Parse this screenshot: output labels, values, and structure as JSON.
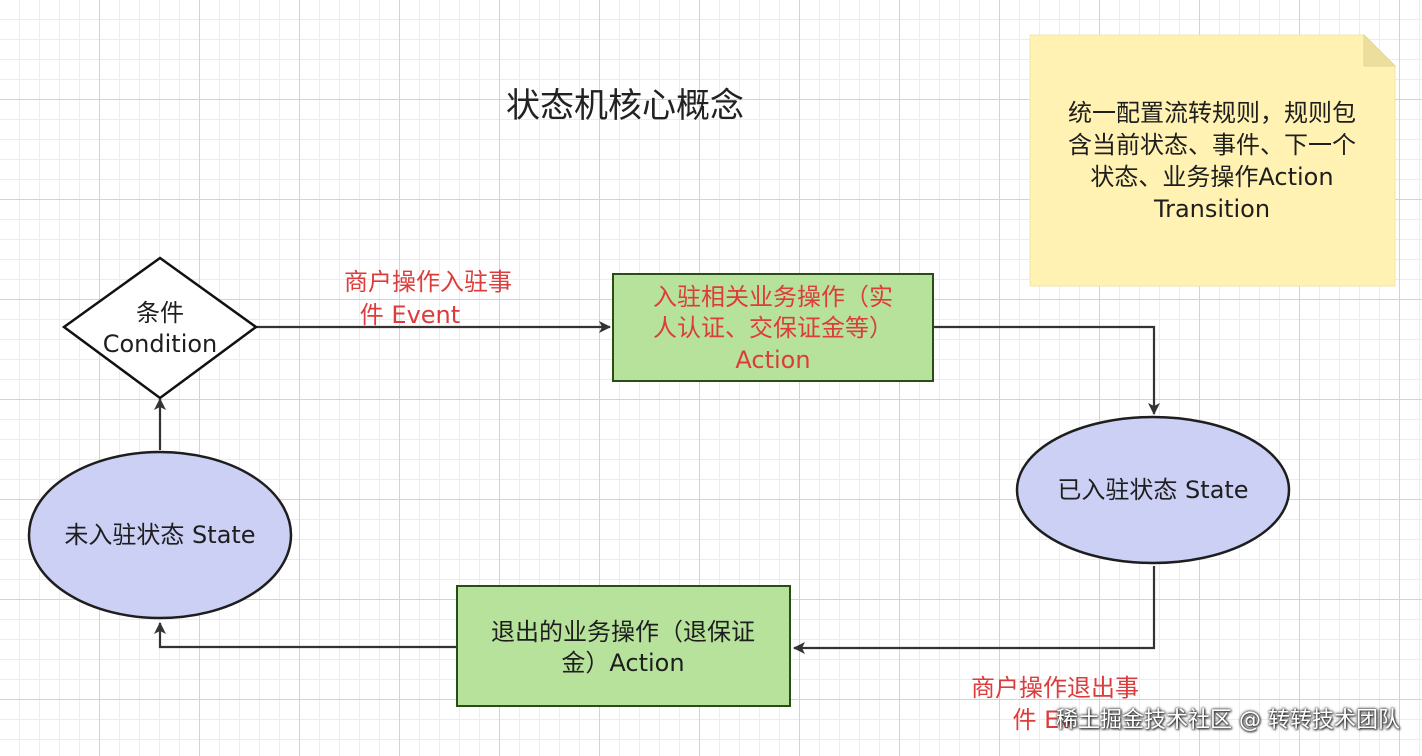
{
  "title": "状态机核心概念",
  "note": {
    "lines": [
      "统一配置流转规则，规则包",
      "含当前状态、事件、下一个",
      "状态、业务操作Action",
      "Transition"
    ]
  },
  "condition": {
    "lines": [
      "条件",
      "Condition"
    ]
  },
  "event_in": {
    "lines": [
      "商户操作入驻事",
      "件  Event"
    ]
  },
  "action_in": {
    "lines": [
      "入驻相关业务操作（实",
      "人认证、交保证金等）",
      "Action"
    ]
  },
  "state_settled": {
    "label": "已入驻状态 State"
  },
  "state_unsettled": {
    "label": "未入驻状态 State"
  },
  "action_out": {
    "lines": [
      "退出的业务操作（退保证",
      "金）Action"
    ]
  },
  "event_out": {
    "lines": [
      "商户操作退出事",
      "件 Ev"
    ]
  },
  "watermark": "稀土掘金技术社区 @ 转转技术团队",
  "colors": {
    "note_fill": "#fff2b2",
    "action_fill": "#b7e29c",
    "action_stroke": "#2a4d14",
    "state_fill": "#ccd0f5",
    "state_stroke": "#1e1e1e",
    "red_text": "#dc3c3c",
    "edge": "#333333"
  }
}
